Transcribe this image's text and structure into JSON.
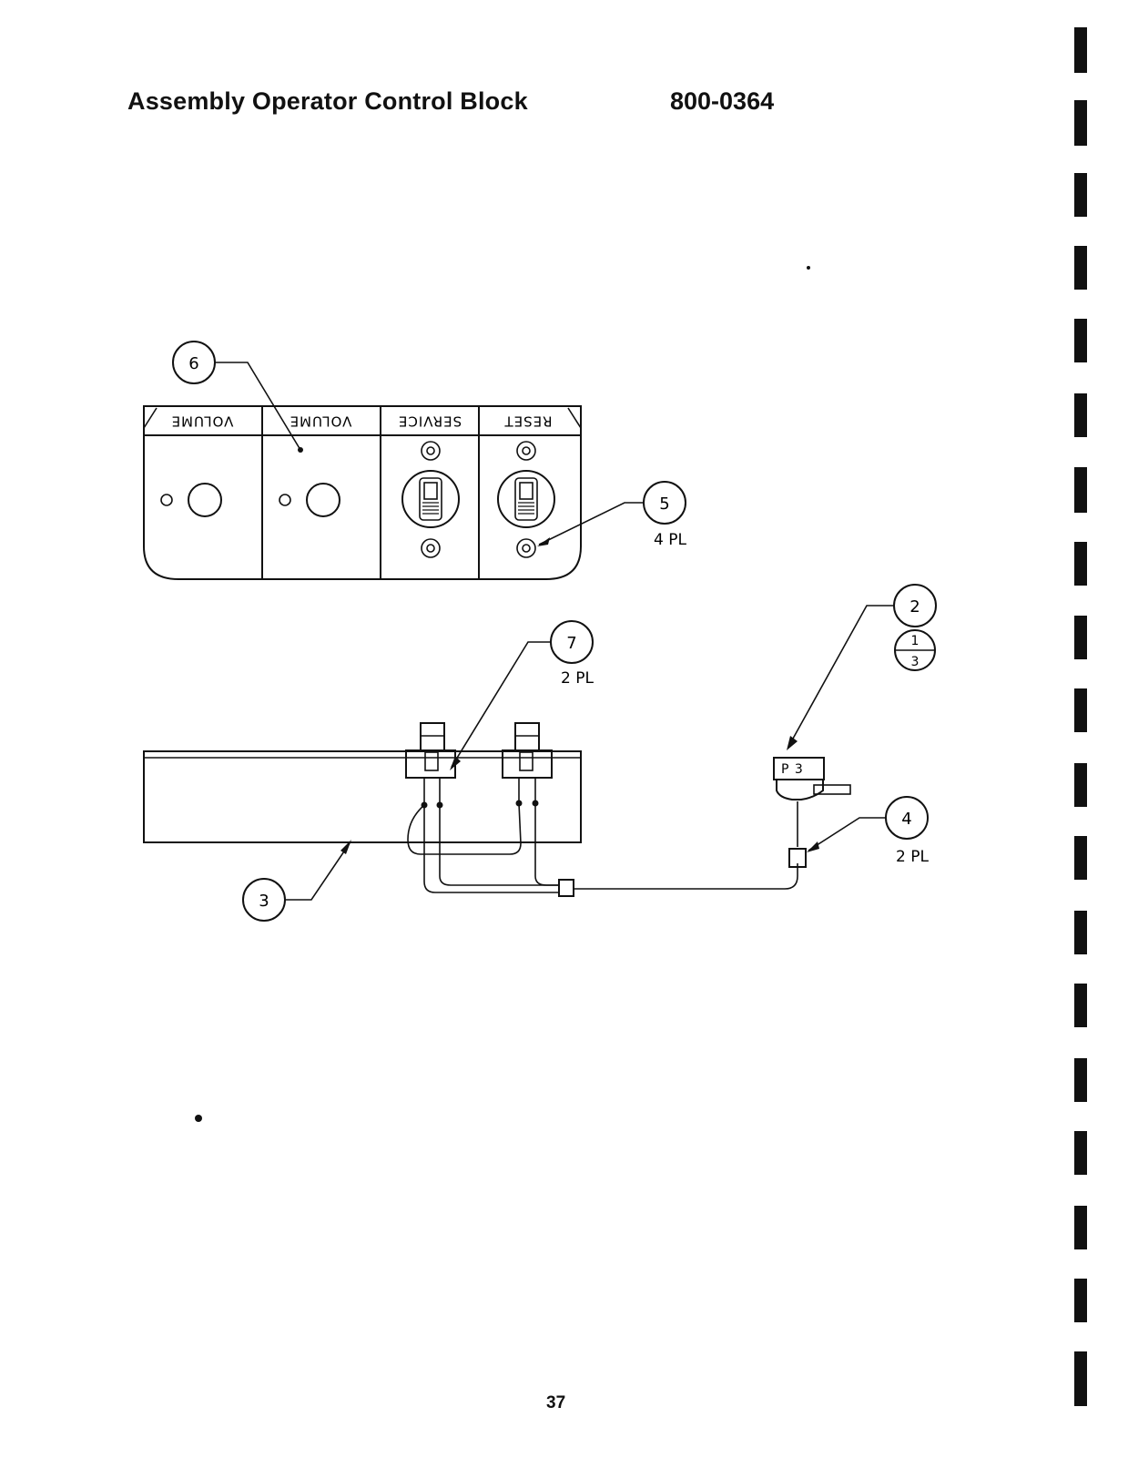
{
  "header": {
    "title": "Assembly Operator Control Block",
    "part_number": "800-0364"
  },
  "footer": {
    "page_number": "37"
  },
  "panel": {
    "labels": [
      "VOLUME",
      "VOLUME",
      "SERVICE",
      "RESET"
    ]
  },
  "callouts": {
    "c6": "6",
    "c5": "5",
    "c5_qty": "4 PL",
    "c7": "7",
    "c7_qty": "2 PL",
    "c2": "2",
    "c2_top": "1",
    "c2_bottom": "3",
    "c4": "4",
    "c4_qty": "2 PL",
    "c3": "3"
  },
  "connector": {
    "label": "P 3"
  }
}
